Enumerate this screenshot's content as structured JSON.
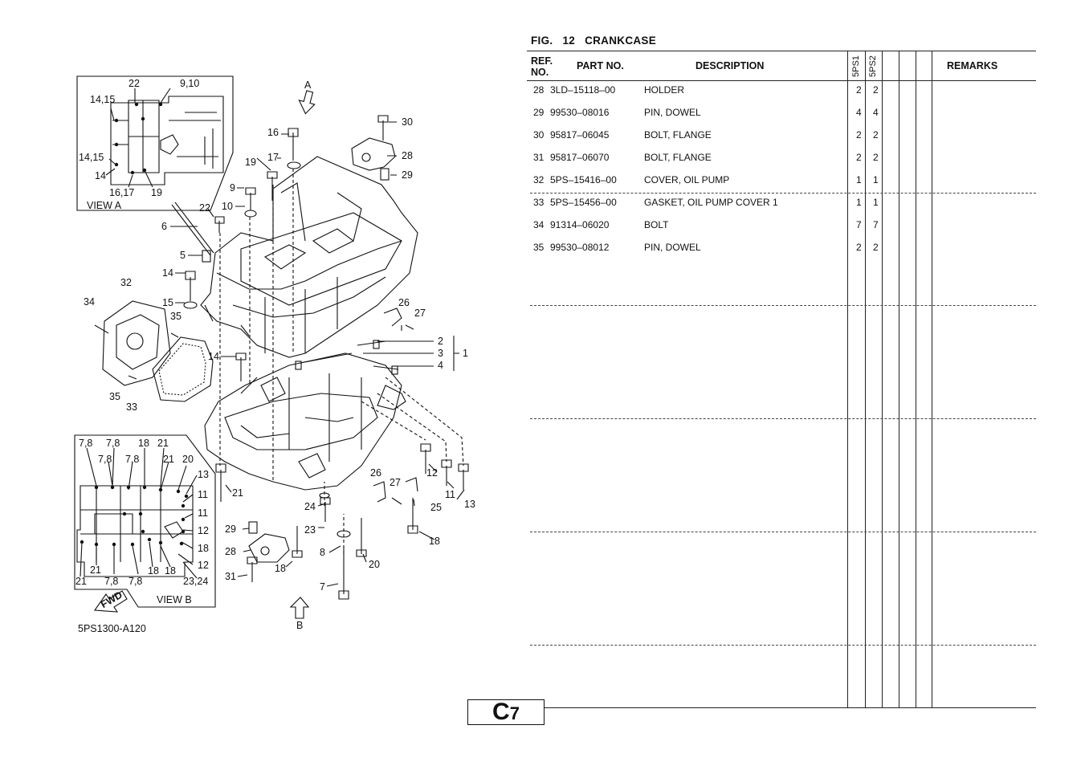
{
  "figure": {
    "label": "FIG.",
    "number": "12",
    "title": "CRANKCASE"
  },
  "table": {
    "headers": {
      "ref_no": "REF.\nNO.",
      "part_no": "PART NO.",
      "description": "DESCRIPTION",
      "model1": "5PS1",
      "model2": "5PS2",
      "remarks": "REMARKS"
    },
    "rows": [
      {
        "ref": "28",
        "part": "3LD–15118–00",
        "desc": "HOLDER",
        "q1": "2",
        "q2": "2"
      },
      {
        "ref": "29",
        "part": "99530–08016",
        "desc": "PIN, DOWEL",
        "q1": "4",
        "q2": "4"
      },
      {
        "ref": "30",
        "part": "95817–06045",
        "desc": "BOLT, FLANGE",
        "q1": "2",
        "q2": "2"
      },
      {
        "ref": "31",
        "part": "95817–06070",
        "desc": "BOLT, FLANGE",
        "q1": "2",
        "q2": "2"
      },
      {
        "ref": "32",
        "part": "5PS–15416–00",
        "desc": "COVER, OIL PUMP",
        "q1": "1",
        "q2": "1"
      },
      {
        "ref": "33",
        "part": "5PS–15456–00",
        "desc": "GASKET, OIL PUMP COVER 1",
        "q1": "1",
        "q2": "1"
      },
      {
        "ref": "34",
        "part": "91314–06020",
        "desc": "BOLT",
        "q1": "7",
        "q2": "7"
      },
      {
        "ref": "35",
        "part": "99530–08012",
        "desc": "PIN, DOWEL",
        "q1": "2",
        "q2": "2"
      }
    ]
  },
  "diagram": {
    "code": "5PS1300-A120",
    "view_a": "VIEW A",
    "view_b": "VIEW B",
    "arrow_a": "A",
    "arrow_b": "B",
    "fwd": "FWD",
    "labels": {
      "va_22": "22",
      "va_910": "9,10",
      "va_1415a": "14,15",
      "va_1415b": "14,15",
      "va_14": "14",
      "va_1617": "16,17",
      "va_19": "19",
      "vb_78a": "7,8",
      "vb_78b": "7,8",
      "vb_18": "18",
      "vb_21": "21",
      "vb_78c": "7,8",
      "vb_78d": "7,8",
      "vb_21b": "21",
      "vb_20": "20",
      "vb_13": "13",
      "vb_11a": "11",
      "vb_11b": "11",
      "vb_12a": "12",
      "vb_18b": "18",
      "vb_12b": "12",
      "vb_2324": "23,24",
      "vb_21c": "21",
      "vb_21d": "21",
      "vb_78e": "7,8",
      "vb_78f": "7,8",
      "vb_18c": "18",
      "vb_18d": "18",
      "p16": "16",
      "p17": "17",
      "p19": "19",
      "p9": "9",
      "p10": "10",
      "p22": "22",
      "p6": "6",
      "p5": "5",
      "p14a": "14",
      "p15": "15",
      "p14b": "14",
      "p30": "30",
      "p28": "28",
      "p29": "29",
      "p26": "26",
      "p27": "27",
      "p2": "2",
      "p3": "3",
      "p1": "1",
      "p4": "4",
      "p32": "32",
      "p34": "34",
      "p35a": "35",
      "p35b": "35",
      "p33": "33",
      "p21": "21",
      "p12": "12",
      "p11": "11",
      "p13": "13",
      "p26b": "26",
      "p27b": "27",
      "p25": "25",
      "p24": "24",
      "p23": "23",
      "p18a": "18",
      "p8": "8",
      "p20": "20",
      "p29b": "29",
      "p28b": "28",
      "p18b": "18",
      "p31": "31",
      "p7": "7"
    }
  },
  "page_badge": {
    "letter": "C",
    "number": "7"
  }
}
